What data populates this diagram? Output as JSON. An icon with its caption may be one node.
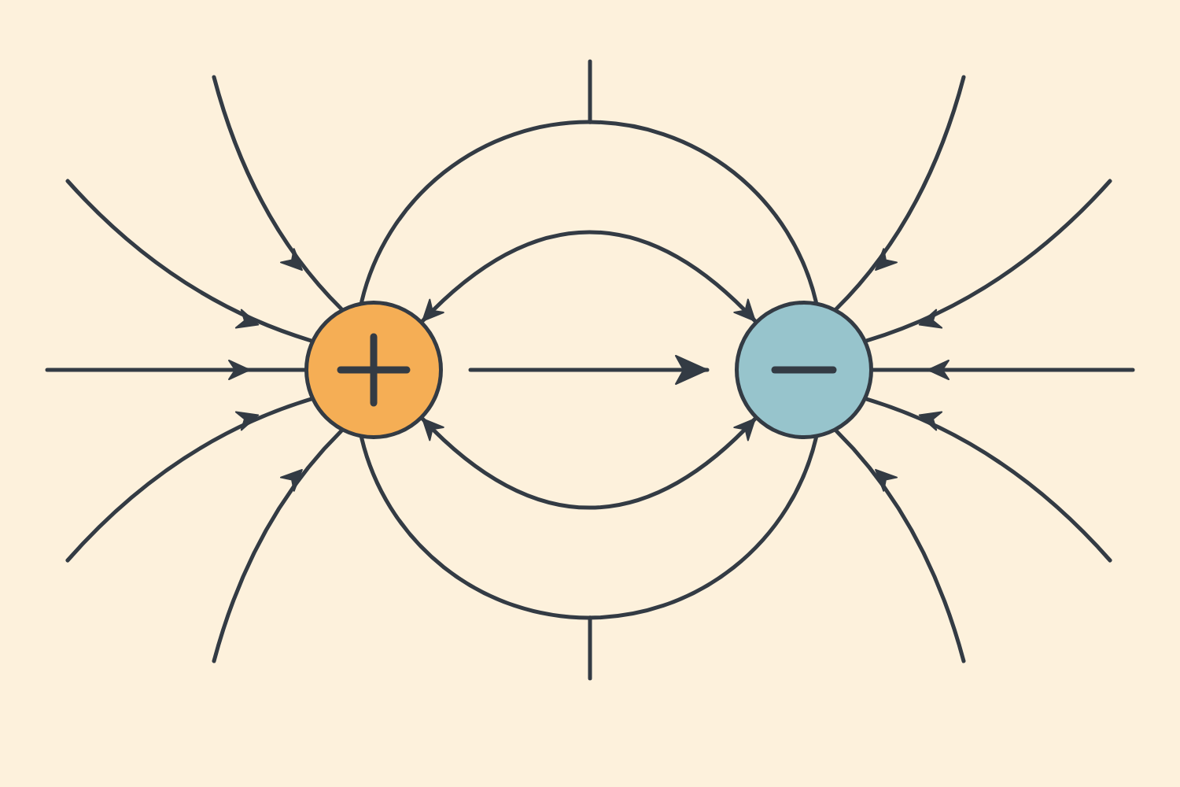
{
  "diagram": {
    "nodes": [
      {
        "text": [],
        "shape": "circle"
      },
      {
        "text": [],
        "shape": "circle"
      }
    ],
    "edges": [
      {
        "from": null,
        "to": 0,
        "arrow": "to"
      },
      {
        "from": null,
        "to": 0,
        "arrow": "to"
      },
      {
        "from": null,
        "to": 0,
        "arrow": "to"
      },
      {
        "from": null,
        "to": 0,
        "arrow": "to"
      },
      {
        "from": null,
        "to": 0,
        "arrow": "to"
      },
      {
        "from": null,
        "to": 1,
        "arrow": "to"
      },
      {
        "from": null,
        "to": 1,
        "arrow": "to"
      },
      {
        "from": null,
        "to": 1,
        "arrow": "to"
      },
      {
        "from": null,
        "to": 1,
        "arrow": "to"
      },
      {
        "from": null,
        "to": 1,
        "arrow": "to"
      },
      {
        "from": 0,
        "to": 1,
        "arrow": "none"
      },
      {
        "from": 0,
        "to": 1,
        "arrow": "both"
      },
      {
        "from": 0,
        "to": 1,
        "arrow": "to"
      },
      {
        "from": 0,
        "to": 1,
        "arrow": "both"
      },
      {
        "from": 0,
        "to": 1,
        "arrow": "none"
      }
    ]
  }
}
